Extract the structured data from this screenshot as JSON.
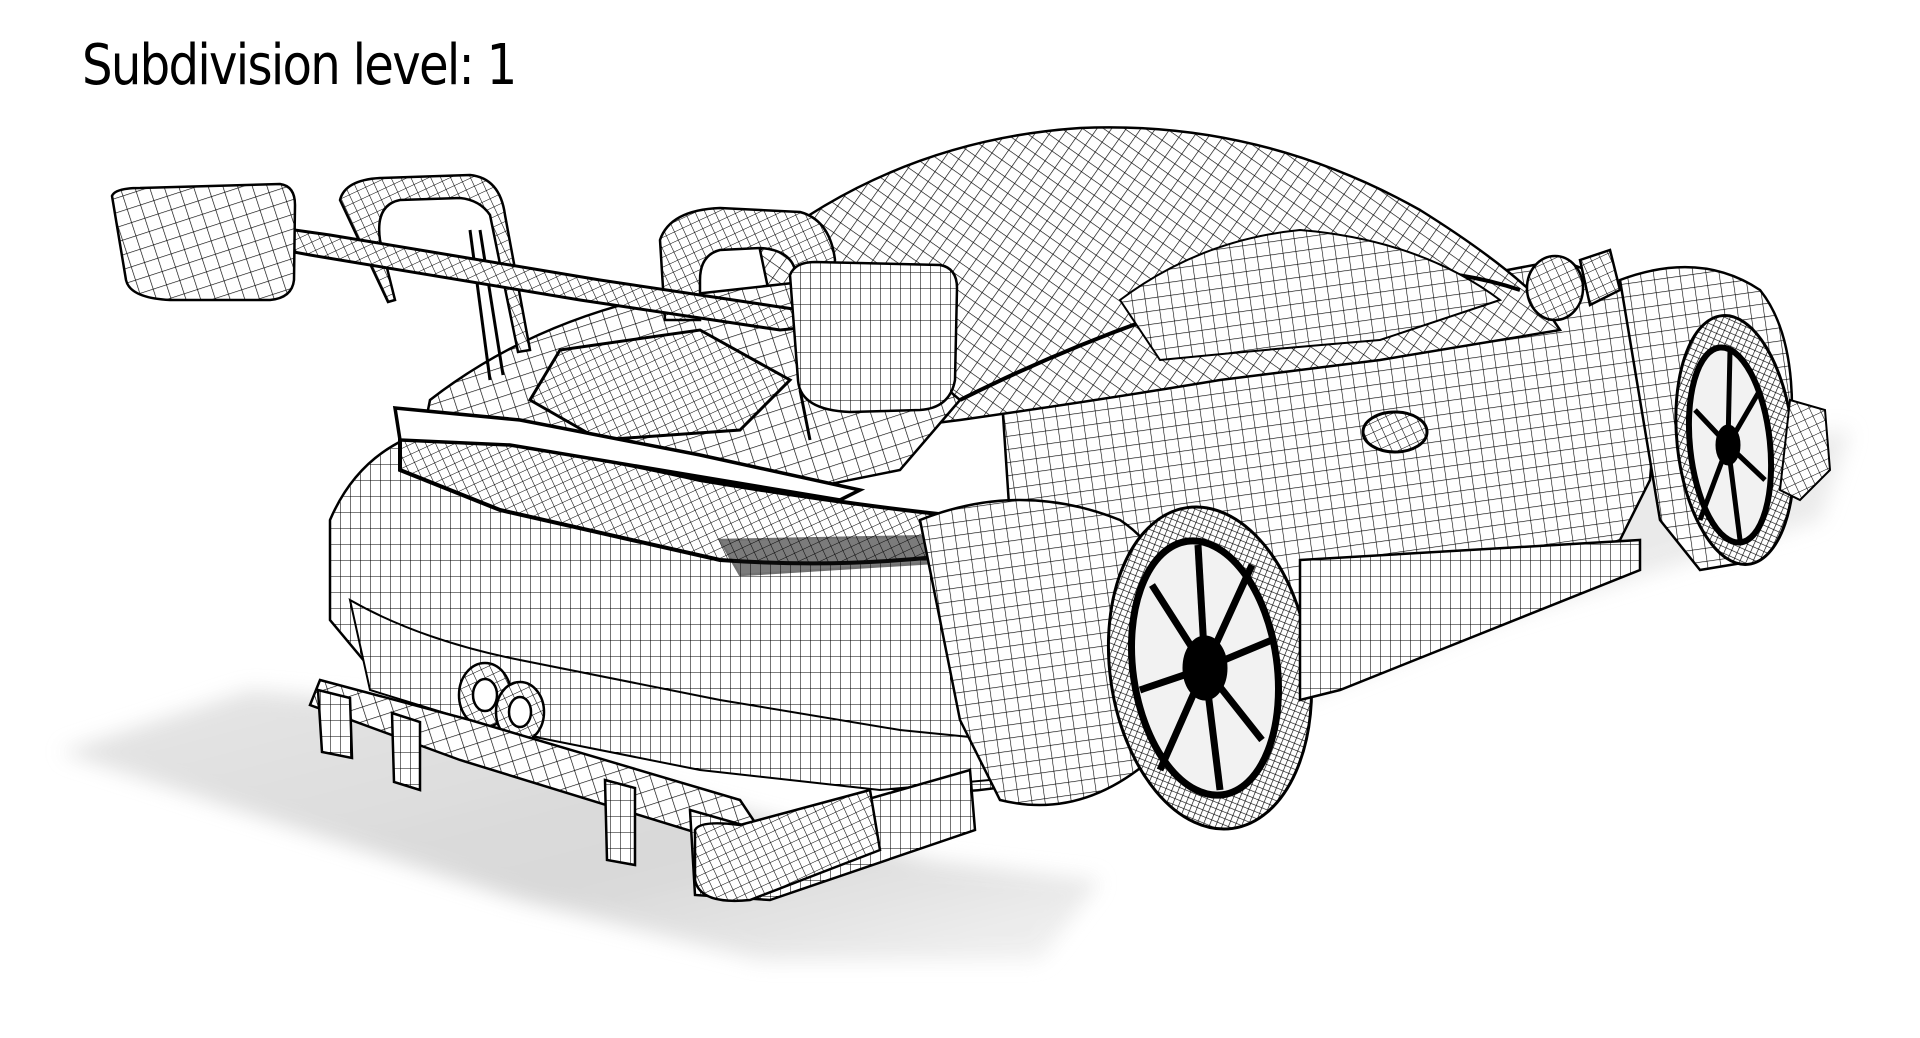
{
  "caption": {
    "text": "Subdivision level: 1"
  },
  "render": {
    "subject": "race car wireframe mesh (rear three-quarter view)",
    "style": "black wireframe on white with soft ground shadow",
    "colors": {
      "background": "#ffffff",
      "wire": "#000000",
      "surface": "#ffffff",
      "shadow": "#d9d9d9"
    },
    "parts": [
      "rear-wing",
      "wing-endplate-left",
      "wing-endplate-right",
      "wing-swan-neck-mounts",
      "roof",
      "engine-cover",
      "rear-bumper",
      "tail-light-bar",
      "exhaust-pipes",
      "rear-diffuser",
      "rear-wheel",
      "front-wheel",
      "side-skirt",
      "side-mirror",
      "ground-shadow"
    ]
  }
}
